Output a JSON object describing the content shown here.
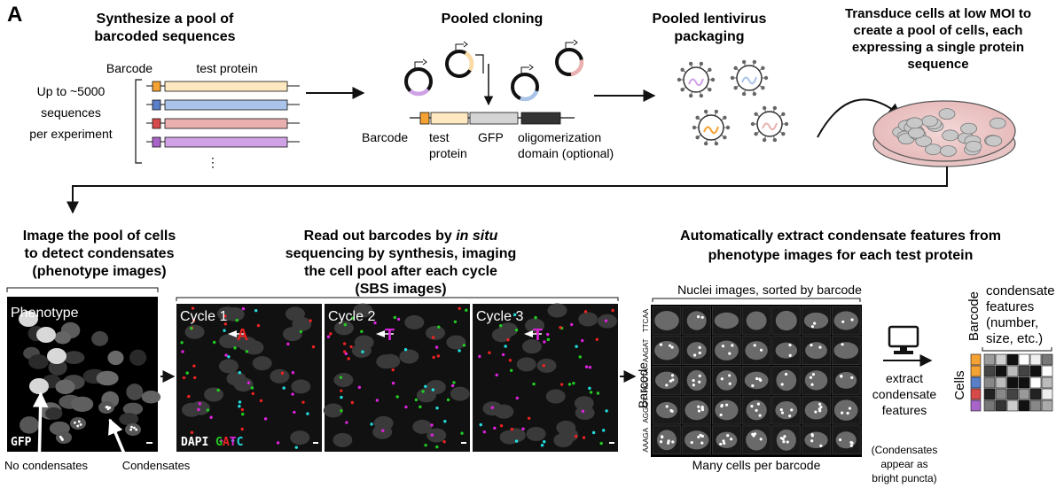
{
  "panel_letter": "A",
  "step1": {
    "title_l1": "Synthesize a pool of",
    "title_l2": "barcoded sequences",
    "barcode_label": "Barcode",
    "test_protein_label": "test protein",
    "side_l1": "Up to ~5000",
    "side_l2": "sequences",
    "side_l3": "per experiment",
    "ellipsis": "⋮",
    "bar_colors": [
      "#fde8c0",
      "#a9c4e8",
      "#eab0b0",
      "#cfa2e6"
    ],
    "barcode_colors": [
      "#f4a233",
      "#5a7fc8",
      "#d64a4a",
      "#a865c9"
    ]
  },
  "step2": {
    "title": "Pooled cloning",
    "labels": {
      "barcode": "Barcode",
      "test_l1": "test",
      "test_l2": "protein",
      "gfp": "GFP",
      "olig_l1": "oligomerization",
      "olig_l2": "domain (optional)"
    }
  },
  "step3": {
    "title_l1": "Pooled lentivirus",
    "title_l2": "packaging"
  },
  "step4": {
    "title_l1": "Transduce cells at low MOI to",
    "title_l2": "create a pool of cells, each",
    "title_l3": "expressing a single protein",
    "title_l4": "sequence"
  },
  "step5": {
    "title_l1": "Image the pool of cells",
    "title_l2": "to detect condensates",
    "title_l3": "(phenotype images)",
    "panel_label": "Phenotype",
    "channel": "GFP",
    "arrow_label_left": "No condensates",
    "arrow_label_right": "Condensates"
  },
  "step6": {
    "title_l1a": "Read out barcodes by ",
    "title_l1b": "in situ",
    "title_l2": "sequencing by synthesis, imaging",
    "title_l3": "the cell pool after each cycle",
    "title_l4": "(SBS images)",
    "cycles": [
      {
        "label": "Cycle 1",
        "base": "A",
        "color": "#ee2222"
      },
      {
        "label": "Cycle 2",
        "base": "T",
        "color": "#dd22dd"
      },
      {
        "label": "Cycle 3",
        "base": "T",
        "color": "#dd22dd"
      }
    ],
    "channel_dapi": "DAPI",
    "bases": [
      {
        "letter": "G",
        "color": "#22cc22"
      },
      {
        "letter": "A",
        "color": "#ee2222"
      },
      {
        "letter": "T",
        "color": "#dd22dd"
      },
      {
        "letter": "C",
        "color": "#22dddd"
      }
    ]
  },
  "step7": {
    "title_l1": "Automatically extract condensate features from",
    "title_l2": "phenotype images for each test protein",
    "nuclei_caption": "Nuclei images, sorted by barcode",
    "barcode_axis": "Barcode",
    "barcodes": [
      "TTCAA",
      "AAGAT",
      "AGCTA",
      "AGGGT",
      "AAAGA"
    ],
    "many_cells": "Many cells per barcode",
    "extract_l1": "extract",
    "extract_l2": "condensate",
    "extract_l3": "features",
    "note_l1": "(Condensates",
    "note_l2": "appear as",
    "note_l3": "bright puncta)",
    "matrix_title_l1": "condensate",
    "matrix_title_l2": "features",
    "matrix_title_l3": "(number,",
    "matrix_title_l4": "size, etc.)",
    "matrix_barcode_label": "Barcode",
    "matrix_cells_label": "Cells",
    "row_colors": [
      "#f4a233",
      "#f4a233",
      "#5a7fc8",
      "#d64a4a",
      "#a865c9"
    ]
  }
}
